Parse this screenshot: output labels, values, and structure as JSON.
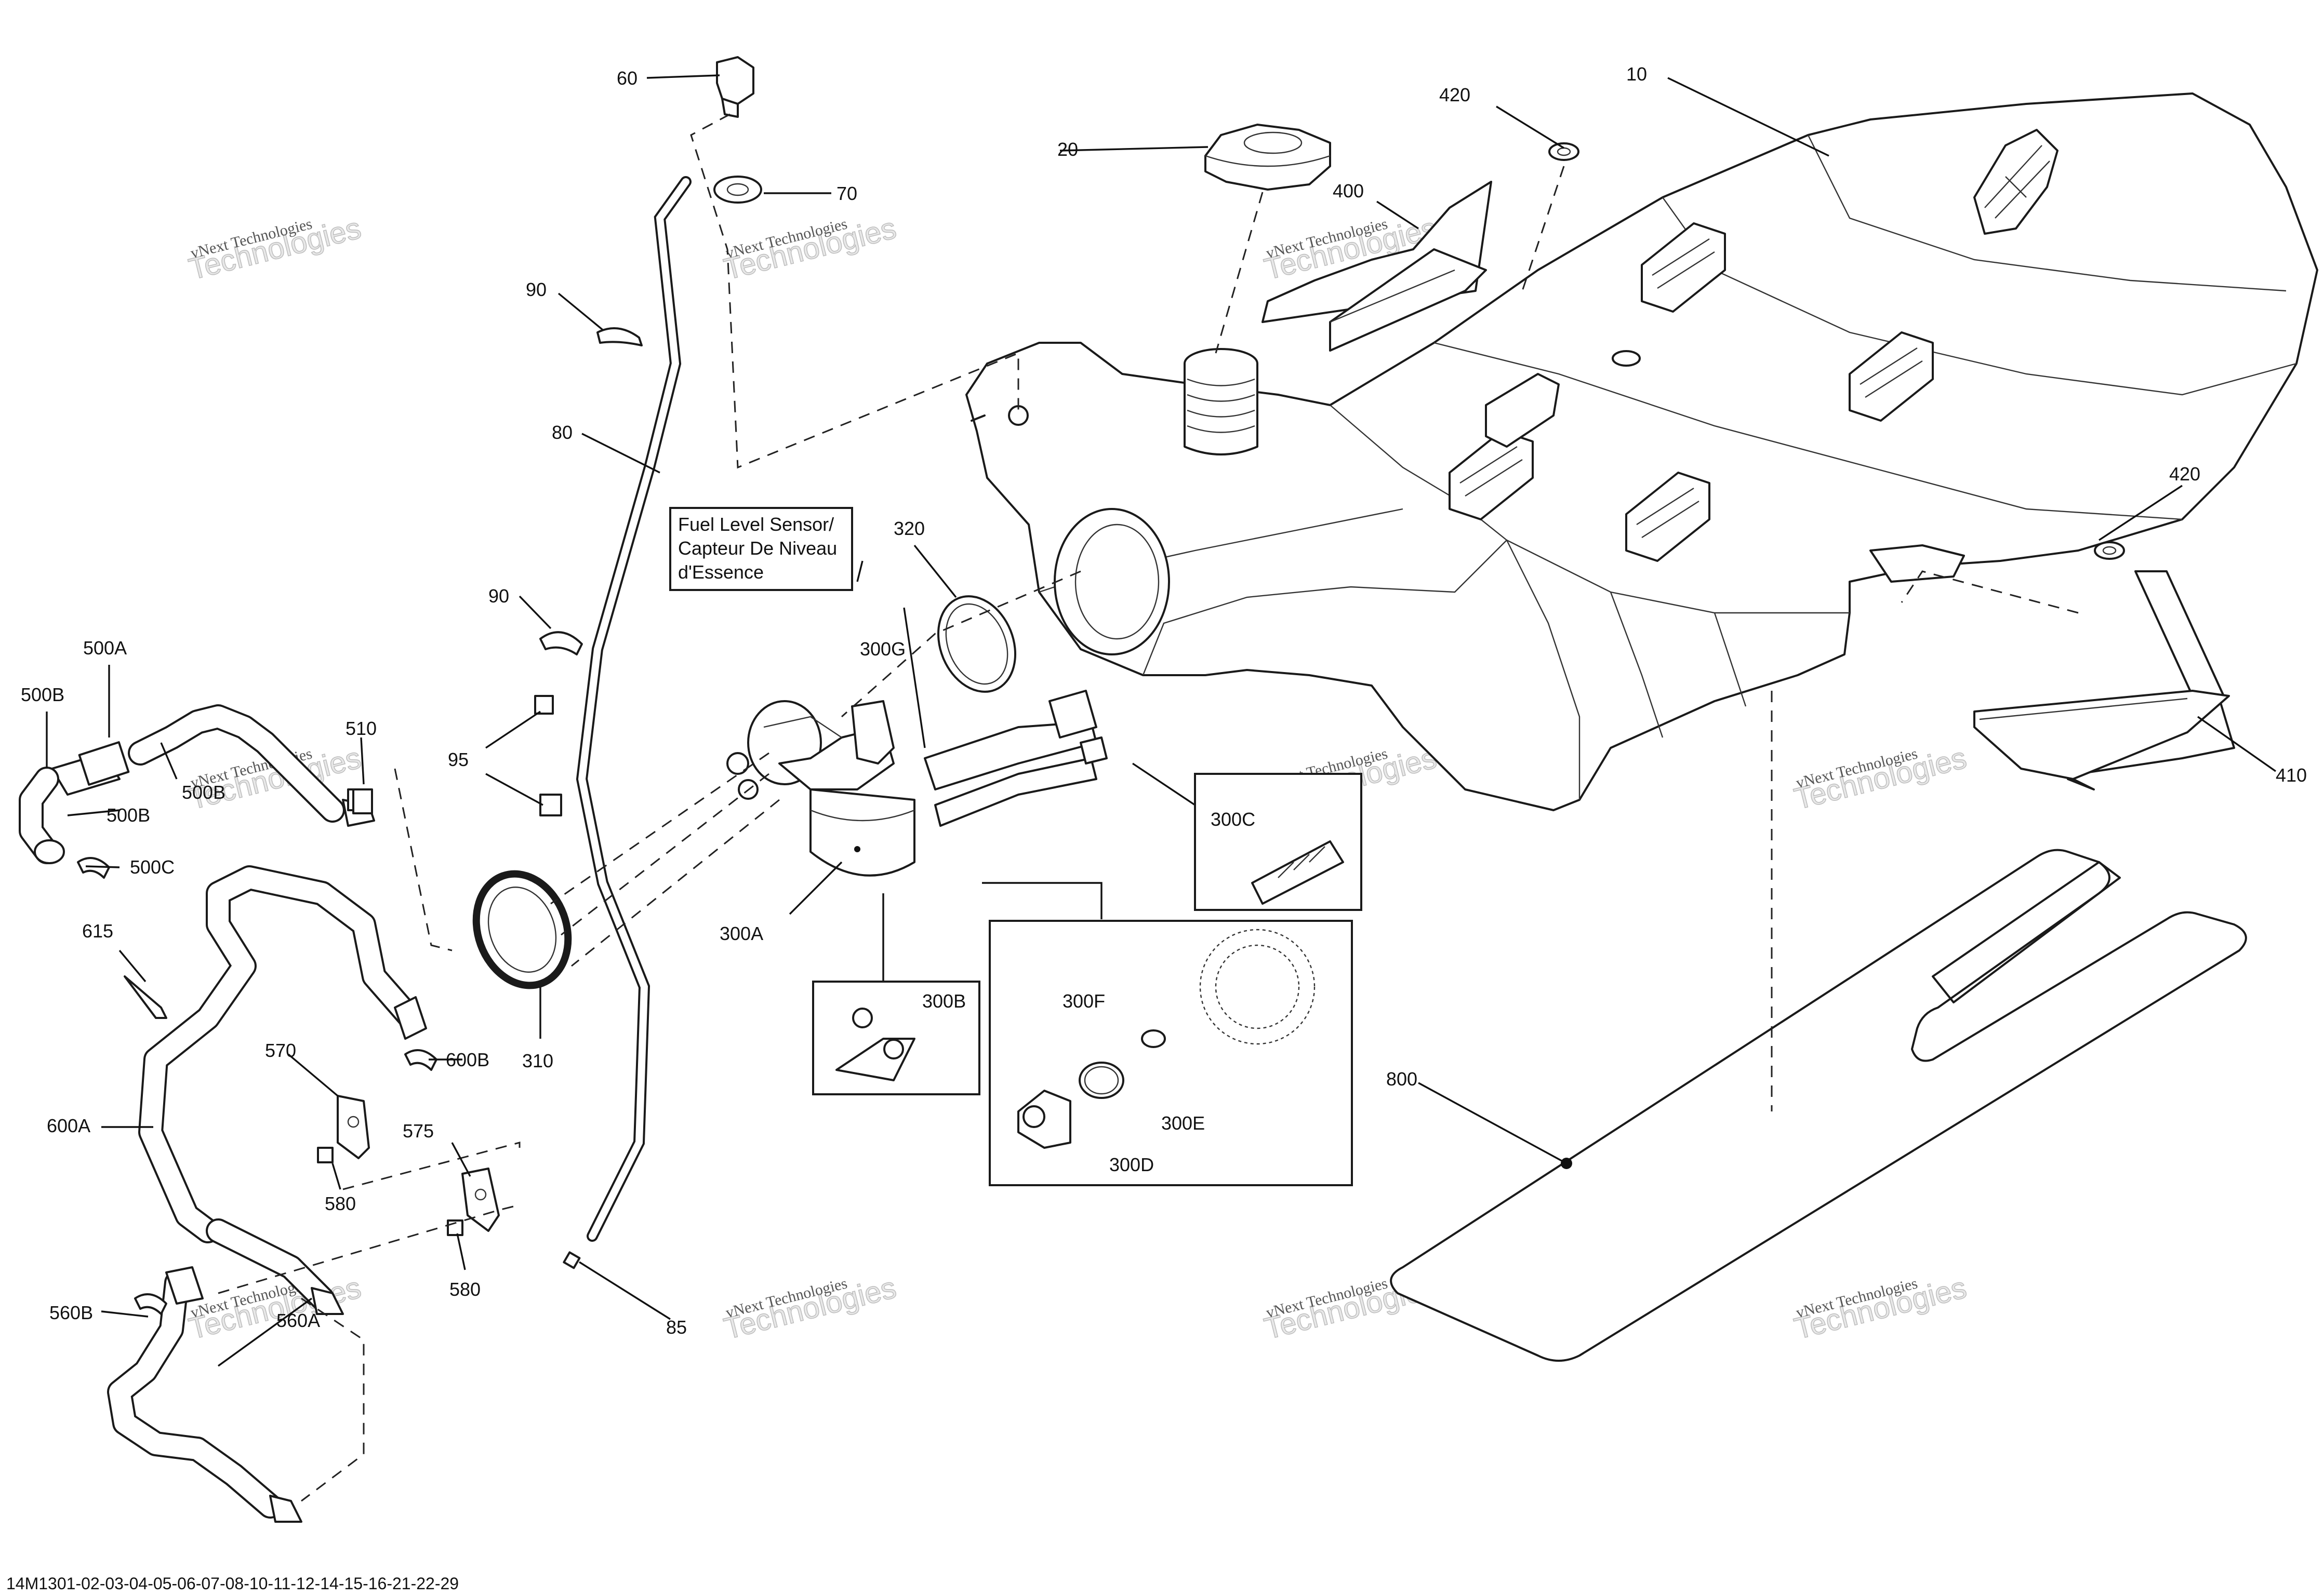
{
  "diagram": {
    "callouts": [
      "60",
      "70",
      "90",
      "80",
      "90",
      "95",
      "500A",
      "500B",
      "500B",
      "500B",
      "500C",
      "510",
      "615",
      "600A",
      "600B",
      "570",
      "580",
      "575",
      "580",
      "560B",
      "560A",
      "85",
      "310",
      "300A",
      "300B",
      "300C",
      "300D",
      "300E",
      "300F",
      "300G",
      "320",
      "20",
      "400",
      "420",
      "10",
      "420",
      "410",
      "800"
    ],
    "sensor_label": {
      "line1": "Fuel Level Sensor/",
      "line2": "Capteur De Niveau",
      "line3": "d'Essence"
    },
    "footer_code": "14M1301-02-03-04-05-06-07-08-10-11-12-14-15-16-21-22-29",
    "watermark": {
      "line1": "vNext Technologies",
      "line2": "Technologies"
    }
  }
}
